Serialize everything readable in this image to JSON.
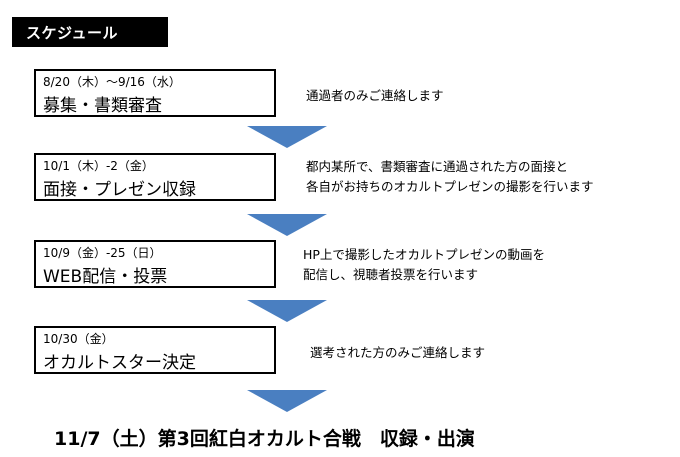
{
  "header": {
    "title": "スケジュール"
  },
  "steps": [
    {
      "date": "8/20（木）～9/16（水）",
      "title": "募集・書類審査",
      "description": [
        "通過者のみご連絡します"
      ]
    },
    {
      "date": "10/1（木）-2（金）",
      "title": "面接・プレゼン収録",
      "description": [
        "都内某所で、書類審査に通過された方の面接と",
        "各自がお持ちのオカルトプレゼンの撮影を行います"
      ]
    },
    {
      "date": "10/9（金）-25（日）",
      "title": "WEB配信・投票",
      "description": [
        "HP上で撮影したオカルトプレゼンの動画を",
        "配信し、視聴者投票を行います"
      ]
    },
    {
      "date": "10/30（金）",
      "title": "オカルトスター決定",
      "description": [
        "選考された方のみご連絡します"
      ]
    }
  ],
  "footer": {
    "text": "11/7（土）第3回紅白オカルト合戦　収録・出演"
  },
  "colors": {
    "arrow": "#4a7fc1",
    "box_border": "#000000",
    "header_bg": "#000000",
    "header_text": "#ffffff"
  }
}
